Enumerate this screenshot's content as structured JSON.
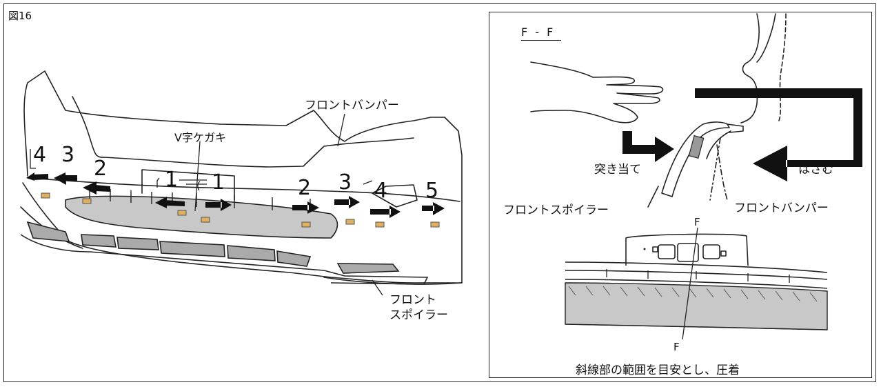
{
  "figure_label": "図16",
  "left": {
    "bumper_label": "フロントバンパー",
    "vgroove_label": "V字ケガキ",
    "spoiler_label_1": "フロント",
    "spoiler_label_2": "スポイラー",
    "numbers": {
      "n1a": "1",
      "n1b": "1",
      "n2a": "2",
      "n2b": "2",
      "n3a": "3",
      "n3b": "3",
      "n4a": "4",
      "n4b": "4",
      "n5": "5"
    }
  },
  "right": {
    "section_label": "F - F",
    "push_label": "突き当て",
    "pinch_label": "はさむ",
    "spoiler_label": "フロントスポイラー",
    "bumper_label": "フロントバンパー",
    "section_mark_top": "F",
    "section_mark_bottom": "F",
    "caption": "斜線部の範囲を目安とし、圧着"
  },
  "colors": {
    "line": "#222222",
    "spoiler_fill": "#c8c8c8",
    "tape": "#e0b060",
    "arrow": "#111111"
  }
}
